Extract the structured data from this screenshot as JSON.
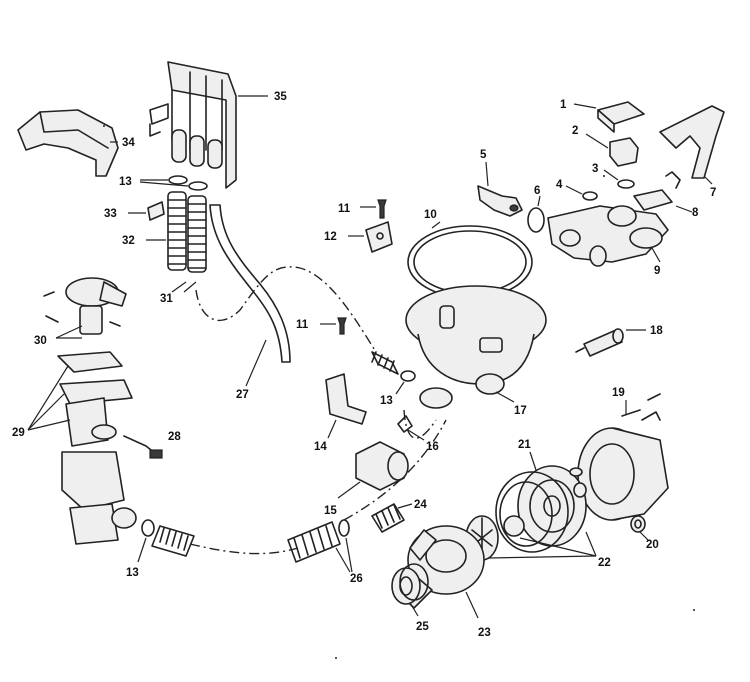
{
  "callouts": {
    "c1": "1",
    "c2": "2",
    "c3": "3",
    "c4": "4",
    "c5": "5",
    "c6": "6",
    "c7": "7",
    "c8": "8",
    "c9": "9",
    "c10": "10",
    "c11a": "11",
    "c11b": "11",
    "c12": "12",
    "c13a": "13",
    "c13b": "13",
    "c13c": "13",
    "c14": "14",
    "c15": "15",
    "c16": "16",
    "c17": "17",
    "c18": "18",
    "c19": "19",
    "c20": "20",
    "c21": "21",
    "c22": "22",
    "c23": "23",
    "c24": "24",
    "c25": "25",
    "c26": "26",
    "c27": "27",
    "c28": "28",
    "c29": "29",
    "c30": "30",
    "c31": "31",
    "c32": "32",
    "c33": "33",
    "c34": "34",
    "c35": "35"
  }
}
